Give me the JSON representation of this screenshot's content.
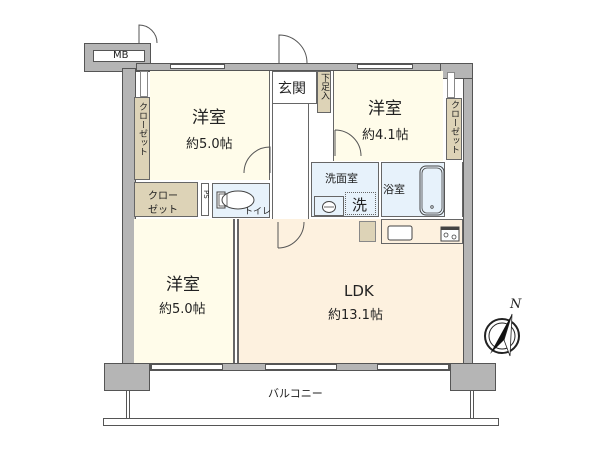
{
  "floorplan": {
    "rooms": [
      {
        "id": "western-room-1",
        "name": "洋室",
        "size": "約5.0帖"
      },
      {
        "id": "western-room-2",
        "name": "洋室",
        "size": "約4.1帖"
      },
      {
        "id": "western-room-3",
        "name": "洋室",
        "size": "約5.0帖"
      },
      {
        "id": "ldk",
        "name": "LDK",
        "size": "約13.1帖"
      }
    ],
    "entrance": "玄関",
    "shoe_closet": "下足入",
    "closet_left": "クローゼット",
    "closet_right": "クローゼット",
    "closet_small": "クロー\nゼット",
    "closet_small_line1": "クロー",
    "closet_small_line2": "ゼット",
    "ps": "PS",
    "toilet": "トイレ",
    "washroom": "洗面室",
    "washer": "洗",
    "bathroom": "浴室",
    "balcony": "バルコニー",
    "meter_box": "MB",
    "compass_label": "N"
  },
  "colors": {
    "wall": "#b5b5b5",
    "room_yellow": "#fffcea",
    "ldk_peach": "#fdf1df",
    "wet_blue": "#e7f2fb",
    "closet_tan": "#ddd3b7"
  }
}
